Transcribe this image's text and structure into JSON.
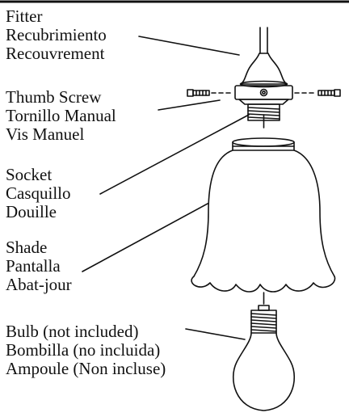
{
  "labels": {
    "fitter": {
      "en": "Fitter",
      "es": "Recubrimiento",
      "fr": "Recouvrement"
    },
    "screw": {
      "en": "Thumb Screw",
      "es": "Tornillo Manual",
      "fr": "Vis Manuel"
    },
    "socket": {
      "en": "Socket",
      "es": "Casquillo",
      "fr": "Douille"
    },
    "shade": {
      "en": "Shade",
      "es": "Pantalla",
      "fr": "Abat-jour"
    },
    "bulb": {
      "en": "Bulb (not included)",
      "es": "Bombilla (no incluida)",
      "fr": "Ampoule (Non incluse)"
    }
  },
  "colors": {
    "ink": "#111111",
    "background": "#ffffff"
  }
}
